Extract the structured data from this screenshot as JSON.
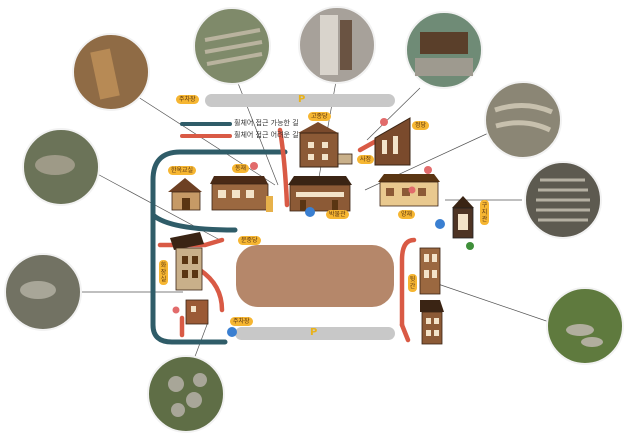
{
  "map": {
    "legend": [
      {
        "label": "휠체어 접근 가능한 길",
        "color": "#2f5c68"
      },
      {
        "label": "휠체어 접근 어려운 길",
        "color": "#d95a45"
      }
    ],
    "parking_symbol": "P",
    "labels": {
      "parking_top": "주차장",
      "parking_bottom": "주차장",
      "gojongdang": "고종당",
      "jeongdang": "정당",
      "hanok": "한옥교실",
      "dongjae": "동재",
      "museum": "박물관",
      "yangjae": "양재",
      "sajeong": "사정",
      "left_hall": "문중당",
      "right_tag_top": "구지관",
      "right_tag_mid": "뒷간",
      "right_tag_bottom": "화장실"
    },
    "colors": {
      "accessible": "#2f5c68",
      "inaccessible": "#d95a45",
      "courtyard": "#b5876a",
      "parking": "#c8c8c8",
      "tag": "#f6b632"
    }
  }
}
